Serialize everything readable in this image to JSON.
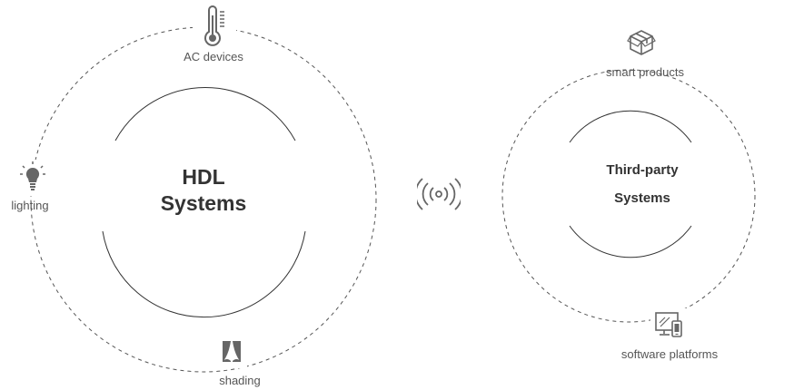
{
  "hdl": {
    "title_line1": "HDL",
    "title_line2": "Systems",
    "nodes": {
      "ac": {
        "label": "AC devices",
        "icon": "thermometer-icon"
      },
      "lighting": {
        "label": "lighting",
        "icon": "light-bulb-icon"
      },
      "shading": {
        "label": "shading",
        "icon": "curtain-icon"
      }
    }
  },
  "third_party": {
    "title_line1": "Third-party",
    "title_line2": "Systems",
    "nodes": {
      "smart": {
        "label": "smart products",
        "icon": "package-box-icon"
      },
      "software": {
        "label": "software platforms",
        "icon": "computer-phone-icon"
      }
    }
  },
  "link_icon": "wireless-signal-icon",
  "colors": {
    "dashed_line": "#555555",
    "solid_arc": "#333333",
    "icon": "#666666",
    "text": "#555555",
    "title": "#333333"
  }
}
